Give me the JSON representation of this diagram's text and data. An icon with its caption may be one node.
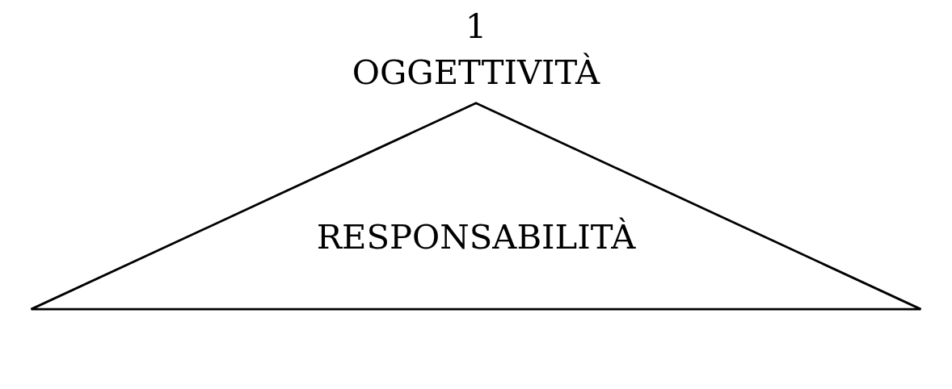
{
  "diagram": {
    "nodes": [
      {
        "text": [
          "RESPONSABILITÀ"
        ]
      }
    ],
    "labels": [
      "1",
      "OGGETTIVITÀ"
    ]
  }
}
